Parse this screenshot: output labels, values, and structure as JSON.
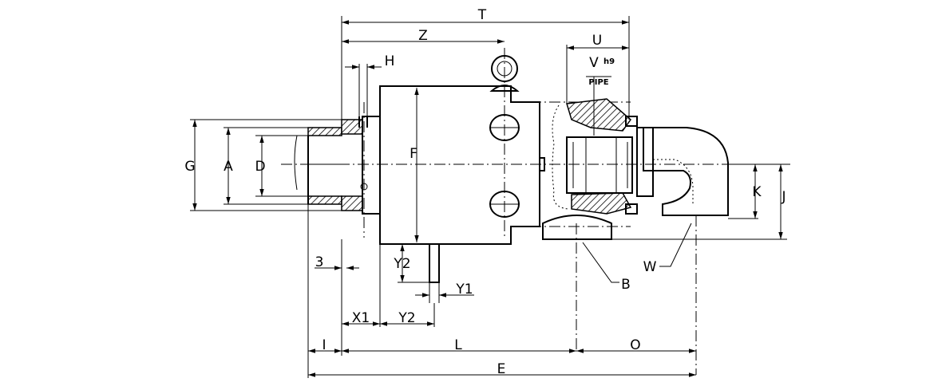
{
  "labels": {
    "T": "T",
    "Z": "Z",
    "U": "U",
    "H": "H",
    "V": "V",
    "h9": "h9",
    "pipe": "PIPE",
    "G": "G",
    "A": "A",
    "D": "D",
    "F": "F",
    "K": "K",
    "J": "J",
    "three": "3",
    "Y2_upper": "Y2",
    "Y1": "Y1",
    "B": "B",
    "W": "W",
    "X1": "X1",
    "Y2_lower": "Y2",
    "I": "I",
    "L": "L",
    "O": "O",
    "E": "E"
  }
}
